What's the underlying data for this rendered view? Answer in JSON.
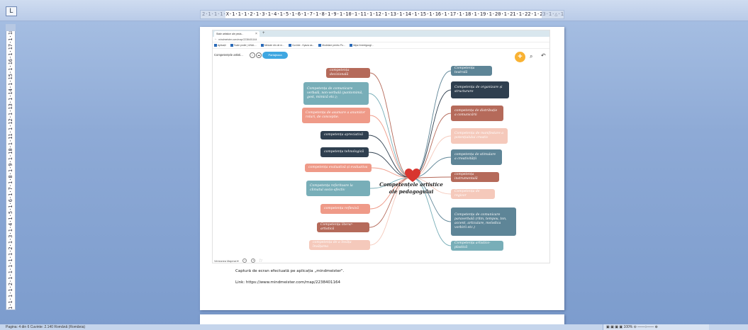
{
  "ruler": {
    "tab_button": "L",
    "horizontal": "2·1·1·1·X·1·1·1·2·1·3·1·4·1·5·1·6·1·7·1·8·1·9·1·10·1·11·1·12·1·13·1·14·1·15·1·16·1·17·1·18·1·19·1·20·1·21·1·22·1·23·1·△·1·25·1·",
    "vertical": "1·1·1·1·2·1·1·1·1·1·2·1·3·1·4·1·5·1·6·1·7·1·8·1·9·1·10·1·11·1·12·1·13·1·14·1·15·1·16·1·17·1·18·1·19"
  },
  "browser": {
    "tab_title": "Stale artistice ale peda...",
    "tab_close": "×",
    "new_tab": "+",
    "address": "mindmeister.com/map/2238401164",
    "bookmarks": [
      "Aplicații",
      "Toate proile | UNAL...",
      "Metode din de m...",
      "Cuvinte - Kyaza as...",
      "Modelare pentru Po...",
      "https://meetgoogl..."
    ]
  },
  "mindmap_toolbar": {
    "map_name": "Competențele artisti...",
    "share_label": "Partajeaza",
    "plus": "+",
    "search": "⌕",
    "undo": "↶"
  },
  "center": {
    "title_line1": "Competențele artistice",
    "title_line2": "ale pedagogului"
  },
  "left_nodes": [
    {
      "label": "competența decizională",
      "color": "#b56a5a"
    },
    {
      "label": "Competența de comunicare verbală, non-verbală (pantomimă, gest, mimică etc.);",
      "color": "#78aeb8"
    },
    {
      "label": "Competența de asumare a anumitor roluri, de conceptie.",
      "color": "#ef9a88"
    },
    {
      "label": "competența apreciativă",
      "color": "#2f3f4f"
    },
    {
      "label": "competența tehnologică",
      "color": "#2f3f4f"
    },
    {
      "label": "competența evaluativă și evaluativa",
      "color": "#ef9a88"
    },
    {
      "label": "Competența referitoare la climatul socio-afectiv",
      "color": "#78aeb8"
    },
    {
      "label": "competența reflexivă",
      "color": "#ef9a88"
    },
    {
      "label": "Competența literar-artistică",
      "color": "#b56a5a"
    },
    {
      "label": "competența de a învăța învățarea",
      "color": "#f5c9bb"
    }
  ],
  "right_nodes": [
    {
      "label": "Competența teatrală",
      "color": "#5e8597"
    },
    {
      "label": "Competența de organizare și structurare",
      "color": "#2f3f4f"
    },
    {
      "label": "competența de distribuție a comunicării",
      "color": "#b56a5a"
    },
    {
      "label": "Competența de manifestare a potențialului creativ",
      "color": "#f5c9bb"
    },
    {
      "label": "competența de stimulare a creativității",
      "color": "#5e8597"
    },
    {
      "label": "competența instrumentală",
      "color": "#b56a5a"
    },
    {
      "label": "Competența de regizor",
      "color": "#f5c9bb"
    },
    {
      "label": "Competența de comunicare paraverbală (ritm, tempou, ton, accent, articulare, melodica vorbirii etc.)",
      "color": "#5e8597"
    },
    {
      "label": "Competența artistico-plastică",
      "color": "#78aeb8"
    }
  ],
  "mm_footer": {
    "label": "Versiunea Mapmai ▾",
    "minus": "−",
    "plus": "+"
  },
  "document": {
    "caption_line1": "Captură de ecran efectuată pe aplicația „mindmeister\".",
    "caption_line2": "Link: https://www.mindmeister.com/map/2238401164"
  },
  "statusbar": {
    "left": "Pagina: 4 din 6   Cuvinte: 2.140   Română (România)",
    "right": "▣ ▣ ▣ ▣  100%  ⊖ ——○—— ⊕"
  }
}
